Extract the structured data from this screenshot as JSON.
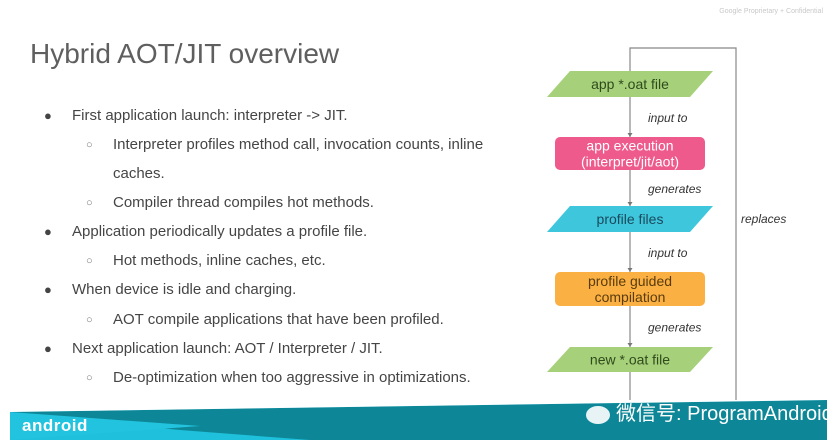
{
  "header": {
    "confidential": "Google Proprietary + Confidential",
    "title": "Hybrid AOT/JIT overview"
  },
  "bullets": [
    {
      "level": 1,
      "text": "First application launch: interpreter -> JIT."
    },
    {
      "level": 2,
      "text": "Interpreter profiles method call, invocation counts, inline"
    },
    {
      "level": 0,
      "text": "caches."
    },
    {
      "level": 2,
      "text": "Compiler thread compiles hot methods."
    },
    {
      "level": 1,
      "text": "Application periodically updates a profile file."
    },
    {
      "level": 2,
      "text": "Hot methods, inline caches, etc."
    },
    {
      "level": 1,
      "text": "When device is idle and charging."
    },
    {
      "level": 2,
      "text": "AOT compile applications that have been profiled."
    },
    {
      "level": 1,
      "text": "Next application launch: AOT / Interpreter / JIT."
    },
    {
      "level": 2,
      "text": "De-optimization when too aggressive in optimizations."
    }
  ],
  "diagram": {
    "nodes": [
      {
        "id": "oat1",
        "lines": [
          "app *.oat file"
        ],
        "shape": "parallelogram",
        "color": "#a6d17a",
        "text_color": "#2f4a1c"
      },
      {
        "id": "exec",
        "lines": [
          "app execution",
          "(interpret/jit/aot)"
        ],
        "shape": "rounded",
        "color": "#ee5a8c",
        "text_color": "#ffffff"
      },
      {
        "id": "prof",
        "lines": [
          "profile files"
        ],
        "shape": "parallelogram",
        "color": "#3ec6dd",
        "text_color": "#1b4a5c"
      },
      {
        "id": "pgc",
        "lines": [
          "profile guided",
          "compilation"
        ],
        "shape": "rounded",
        "color": "#fbb044",
        "text_color": "#5a3c0c"
      },
      {
        "id": "oat2",
        "lines": [
          "new *.oat file"
        ],
        "shape": "parallelogram",
        "color": "#a6d17a",
        "text_color": "#2f4a1c"
      }
    ],
    "edges": [
      "input to",
      "generates",
      "input to",
      "generates"
    ],
    "loop_label": "replaces"
  },
  "footer": {
    "logo": "android",
    "watermark": "微信号: ProgramAndroid",
    "colors": {
      "light": "#1ec0dc",
      "dark": "#0d7f8c"
    }
  }
}
